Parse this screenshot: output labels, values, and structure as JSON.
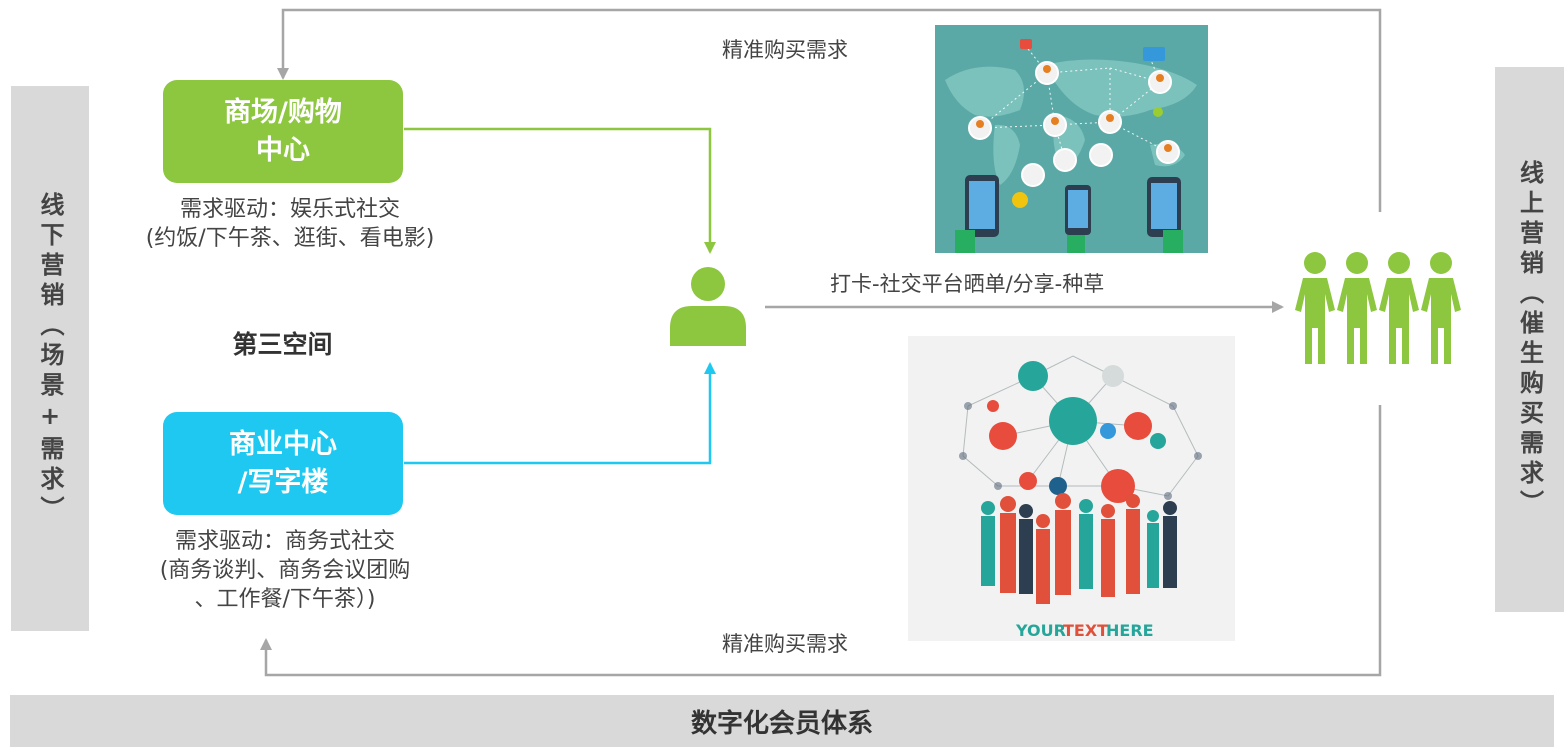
{
  "left_panel": {
    "label": "线下营销（场景+需求）"
  },
  "right_panel": {
    "label": "线上营销（催生购买需求）"
  },
  "mall_box": {
    "line1": "商场/购物",
    "line2": "中心"
  },
  "mall_note": {
    "line1": "需求驱动：娱乐式社交",
    "line2": "(约饭/下午茶、逛街、看电影)"
  },
  "third_space": "第三空间",
  "business_box": {
    "line1": "商业中心",
    "line2": "/写字楼"
  },
  "business_note": {
    "line1": "需求驱动：商务式社交",
    "line2": "(商务谈判、商务会议团购",
    "line3": "、工作餐/下午茶）)"
  },
  "top_label": "精准购买需求",
  "middle_label": "打卡-社交平台晒单/分享-种草",
  "lower_label": "精准购买需求",
  "bottom_bar": "数字化会员体系",
  "image2_caption": {
    "part1": "YOUR",
    "part2": "TEXT",
    "part3": "HERE"
  },
  "colors": {
    "green": "#8dc63f",
    "blue": "#1ec8f0",
    "gray_panel": "#d9d9d9",
    "arrow_gray": "#a6a6a6",
    "image1_bg": "#5aa9a6",
    "figure_red": "#e0503a",
    "figure_teal": "#2aa198"
  }
}
